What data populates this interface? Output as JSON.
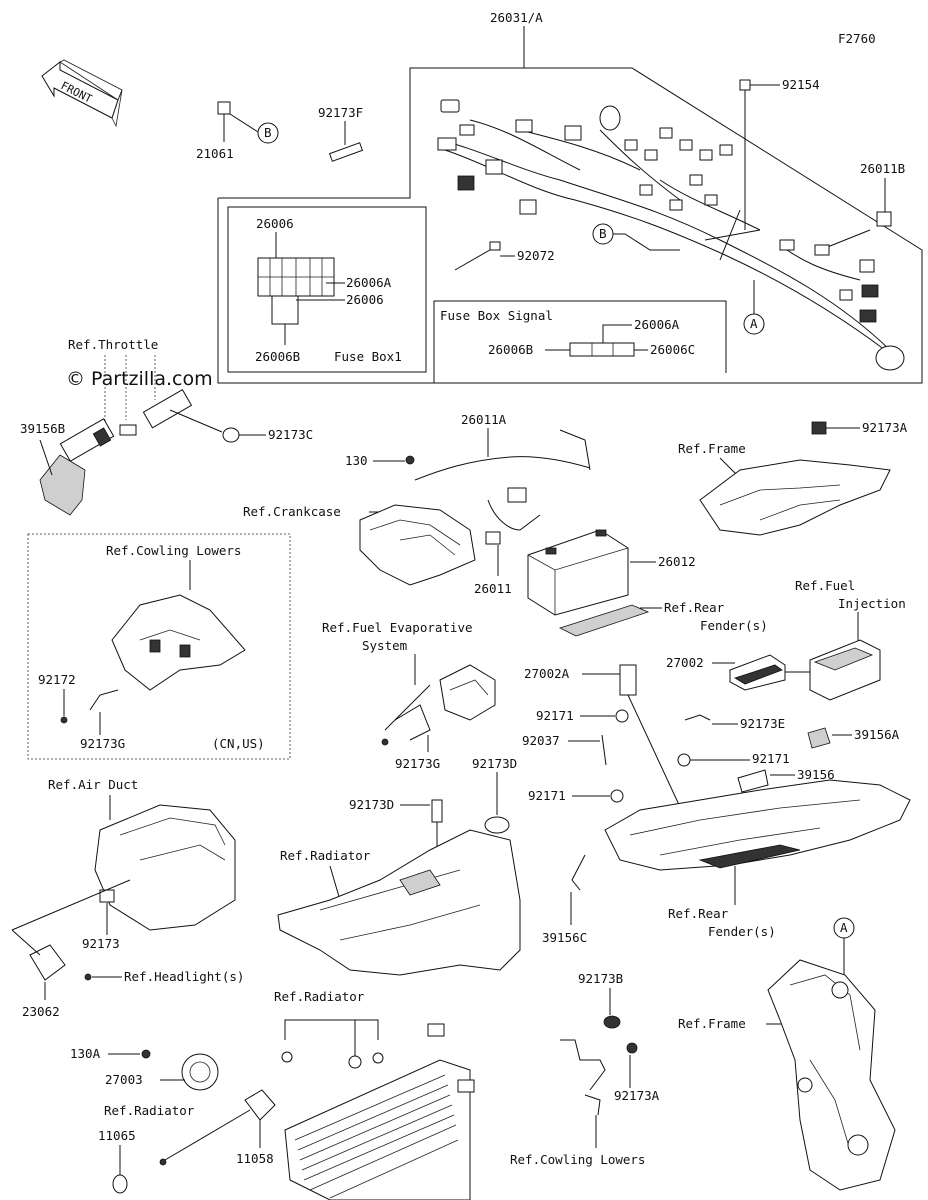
{
  "figure_code": "F2760",
  "front_label": "FRONT",
  "watermark": "© Partzilla.com",
  "callouts": {
    "A": "A",
    "B": "B"
  },
  "labels": {
    "p26031A": "26031/A",
    "p92154": "92154",
    "p26011B": "26011B",
    "p21061": "21061",
    "p92173F": "92173F",
    "p92072": "92072",
    "p26006_top": "26006",
    "p26006A_box1": "26006A",
    "p26006_box1": "26006",
    "p26006B_box1": "26006B",
    "fuse_box1": "Fuse Box1",
    "fuse_box_signal": "Fuse Box Signal",
    "p26006A_sig": "26006A",
    "p26006B_sig": "26006B",
    "p26006C_sig": "26006C",
    "ref_throttle": "Ref.Throttle",
    "p39156B": "39156B",
    "p92173C": "92173C",
    "p26011A": "26011A",
    "p130": "130",
    "ref_crankcase": "Ref.Crankcase",
    "p26011": "26011",
    "p26012": "26012",
    "ref_frame_top": "Ref.Frame",
    "p92173A_top": "92173A",
    "ref_cowling_lowers_box": "Ref.Cowling Lowers",
    "p92172": "92172",
    "p92173G_box": "92173G",
    "cn_us": "(CN,US)",
    "ref_rear_fender_top_1": "Ref.Rear",
    "ref_rear_fender_top_2": "Fender(s)",
    "ref_fuel_inj_1": "Ref.Fuel",
    "ref_fuel_inj_2": "Injection",
    "ref_fuel_evap_1": "Ref.Fuel Evaporative",
    "ref_fuel_evap_2": "System",
    "p27002A": "27002A",
    "p27002": "27002",
    "p92171_a": "92171",
    "p92037": "92037",
    "p92173E": "92173E",
    "p39156A": "39156A",
    "p92171_b": "92171",
    "p39156": "39156",
    "p92171_c": "92171",
    "p92173G_mid": "92173G",
    "p92173D": "92173D",
    "ref_air_duct": "Ref.Air Duct",
    "p92173D_2": "92173D",
    "ref_radiator_mid": "Ref.Radiator",
    "p39156C": "39156C",
    "ref_rear_fender_bot_1": "Ref.Rear",
    "ref_rear_fender_bot_2": "Fender(s)",
    "p92173": "92173",
    "ref_headlight": "Ref.Headlight(s)",
    "p23062": "23062",
    "ref_radiator_bot": "Ref.Radiator",
    "p130A": "130A",
    "p27003": "27003",
    "ref_radiator_left": "Ref.Radiator",
    "p11065": "11065",
    "p11058": "11058",
    "p92173B": "92173B",
    "p92173A_bot": "92173A",
    "ref_cowling_lowers_bot": "Ref.Cowling Lowers",
    "ref_frame_bot": "Ref.Frame"
  }
}
